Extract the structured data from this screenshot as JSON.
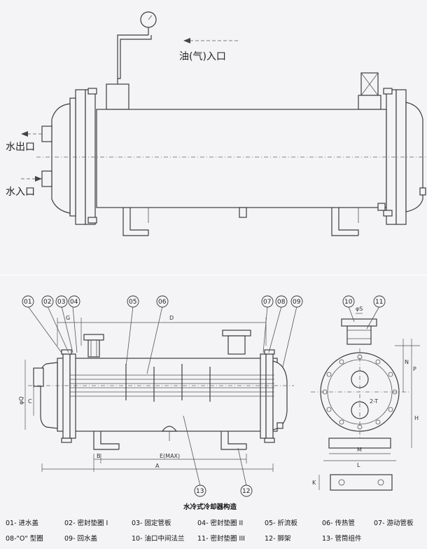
{
  "top": {
    "oil_inlet": "油(气)入口",
    "water_outlet": "水出口",
    "water_inlet": "水入口"
  },
  "bottom": {
    "title": "水冷式冷却器构造",
    "callouts": [
      "01",
      "02",
      "03",
      "04",
      "05",
      "06",
      "07",
      "08",
      "09",
      "10",
      "11",
      "12",
      "13"
    ],
    "dims": {
      "G": "G",
      "D": "D",
      "Q": "φQ",
      "C": "C",
      "B": "B",
      "EMAX": "E(MAX)",
      "A": "A",
      "S": "φS",
      "T": "2-T",
      "P": "P",
      "N": "N",
      "H": "H",
      "M": "M",
      "L": "L",
      "K": "K"
    },
    "legend": [
      [
        "01- 进水盖",
        "02- 密封垫圈 I",
        "03- 固定管板",
        "04- 密封垫圈 II",
        "05- 折流板",
        "06- 传热管",
        "07- 游动管板"
      ],
      [
        "08-\"O\" 型圈",
        "09- 回水盖",
        "10- 油口中间法兰",
        "11- 密封垫圈 III",
        "12- 脚架",
        "13- 管筒组件"
      ]
    ]
  }
}
